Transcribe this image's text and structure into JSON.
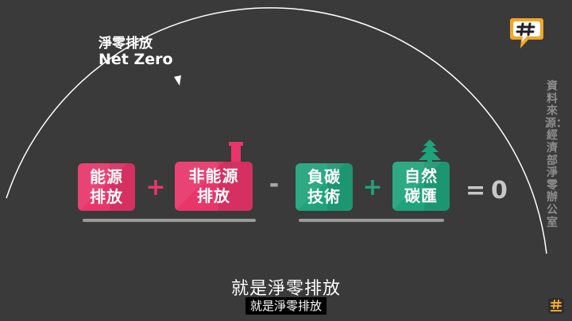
{
  "title": {
    "chinese": "淨零排放",
    "english": "Net Zero"
  },
  "equation": {
    "terms": [
      {
        "id": "energy-emissions",
        "lines": [
          "能源",
          "排放"
        ],
        "color": "#e8356a"
      },
      {
        "id": "non-energy-emissions",
        "lines": [
          "非能源",
          "排放"
        ],
        "color": "#e8356a"
      },
      {
        "id": "negative-carbon-tech",
        "lines": [
          "負碳",
          "技術"
        ],
        "color": "#1fa37a"
      },
      {
        "id": "natural-carbon-sink",
        "lines": [
          "自然",
          "碳匯"
        ],
        "color": "#1fa37a"
      }
    ],
    "operators": {
      "plus1": "+",
      "minus": "-",
      "plus2": "+",
      "equals": "="
    },
    "result": "0"
  },
  "source": "資料來源：經濟部淨零辦公室",
  "captions": {
    "main": "就是淨零排放",
    "sub": "就是淨零排放"
  },
  "colors": {
    "background": "#3a3a3a",
    "emission": "#e8356a",
    "removal": "#1fa37a",
    "logo": "#f5a623"
  },
  "icons": {
    "logo": "hashtag-speech-bubble-logo",
    "chimney": "chimney-icon",
    "tree": "pine-tree-icon"
  }
}
